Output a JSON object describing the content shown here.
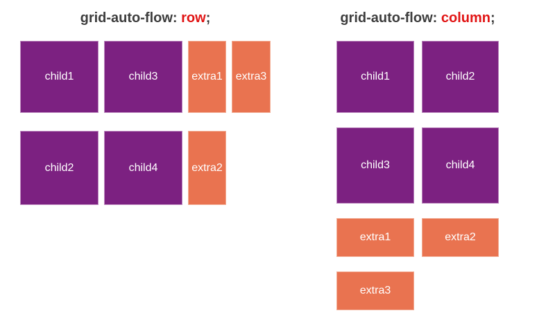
{
  "colors": {
    "background": "#ffffff",
    "purple_box": "#7c2181",
    "orange_box": "#e97350",
    "title_text": "#3d3d3d",
    "keyword_red": "#e11414",
    "box_label_text": "#ffffff"
  },
  "left_panel": {
    "title": {
      "prefix": "grid-auto-flow: ",
      "keyword": "row",
      "suffix": ";"
    },
    "boxes": [
      {
        "label": "child1",
        "kind": "child"
      },
      {
        "label": "child3",
        "kind": "child"
      },
      {
        "label": "extra1",
        "kind": "extra"
      },
      {
        "label": "extra3",
        "kind": "extra"
      },
      {
        "label": "child2",
        "kind": "child"
      },
      {
        "label": "child4",
        "kind": "child"
      },
      {
        "label": "extra2",
        "kind": "extra"
      }
    ]
  },
  "right_panel": {
    "title": {
      "prefix": "grid-auto-flow: ",
      "keyword": "column",
      "suffix": ";"
    },
    "boxes": [
      {
        "label": "child1",
        "kind": "child"
      },
      {
        "label": "child2",
        "kind": "child"
      },
      {
        "label": "child3",
        "kind": "child"
      },
      {
        "label": "child4",
        "kind": "child"
      },
      {
        "label": "extra1",
        "kind": "extra"
      },
      {
        "label": "extra2",
        "kind": "extra"
      },
      {
        "label": "extra3",
        "kind": "extra"
      }
    ]
  }
}
